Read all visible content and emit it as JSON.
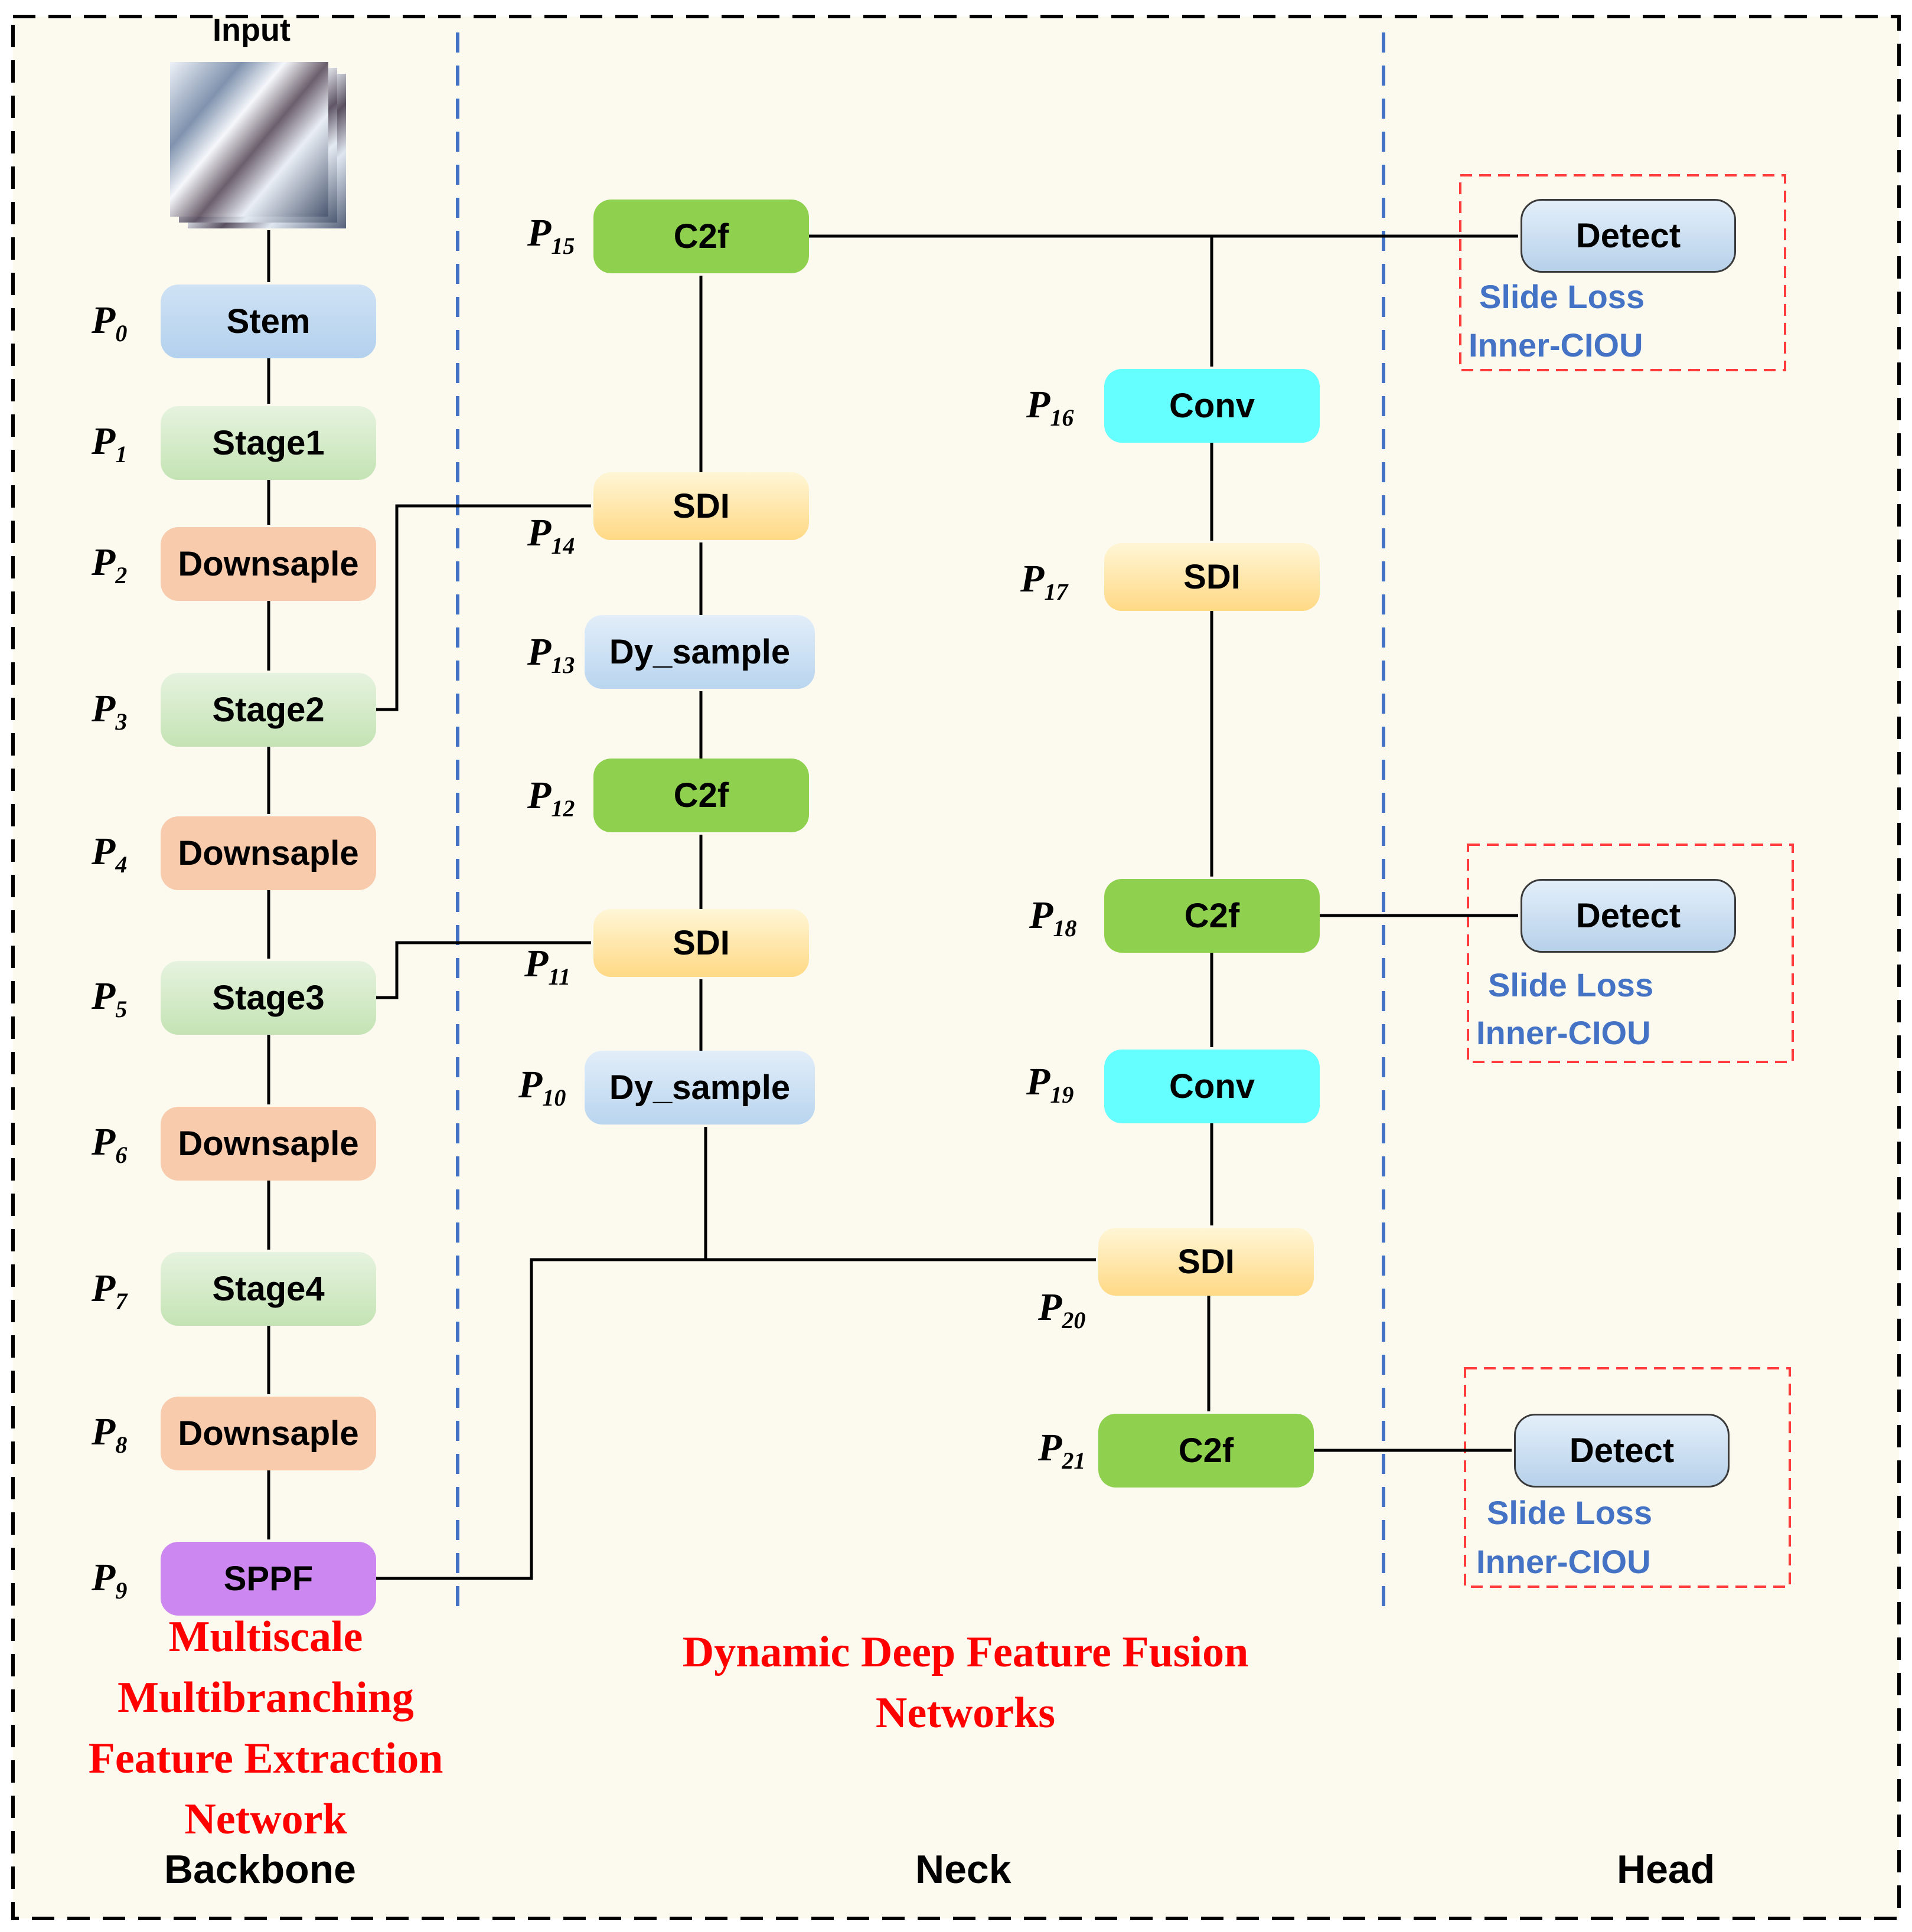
{
  "input": {
    "label": "Input"
  },
  "sections": {
    "backbone": "Backbone",
    "neck": "Neck",
    "head": "Head"
  },
  "titles": {
    "backbone": [
      "Multiscale",
      "Multibranching",
      "Feature Extraction",
      "Network"
    ],
    "neck": [
      "Dynamic Deep Feature Fusion",
      "Networks"
    ]
  },
  "nodes": [
    {
      "id": "p0",
      "label": "Stem",
      "p": "0"
    },
    {
      "id": "p1",
      "label": "Stage1",
      "p": "1"
    },
    {
      "id": "p2",
      "label": "Downsaple",
      "p": "2"
    },
    {
      "id": "p3",
      "label": "Stage2",
      "p": "3"
    },
    {
      "id": "p4",
      "label": "Downsaple",
      "p": "4"
    },
    {
      "id": "p5",
      "label": "Stage3",
      "p": "5"
    },
    {
      "id": "p6",
      "label": "Downsaple",
      "p": "6"
    },
    {
      "id": "p7",
      "label": "Stage4",
      "p": "7"
    },
    {
      "id": "p8",
      "label": "Downsaple",
      "p": "8"
    },
    {
      "id": "p9",
      "label": "SPPF",
      "p": "9"
    },
    {
      "id": "p10",
      "label": "Dy_sample",
      "p": "10"
    },
    {
      "id": "p11",
      "label": "SDI",
      "p": "11"
    },
    {
      "id": "p12",
      "label": "C2f",
      "p": "12"
    },
    {
      "id": "p13",
      "label": "Dy_sample",
      "p": "13"
    },
    {
      "id": "p14",
      "label": "SDI",
      "p": "14"
    },
    {
      "id": "p15",
      "label": "C2f",
      "p": "15"
    },
    {
      "id": "p16",
      "label": "Conv",
      "p": "16"
    },
    {
      "id": "p17",
      "label": "SDI",
      "p": "17"
    },
    {
      "id": "p18",
      "label": "C2f",
      "p": "18"
    },
    {
      "id": "p19",
      "label": "Conv",
      "p": "19"
    },
    {
      "id": "p20",
      "label": "SDI",
      "p": "20"
    },
    {
      "id": "p21",
      "label": "C2f",
      "p": "21"
    }
  ],
  "head": [
    {
      "label": "Detect",
      "loss": "Slide Loss",
      "iou": "Inner-CIOU"
    },
    {
      "label": "Detect",
      "loss": "Slide Loss",
      "iou": "Inner-CIOU"
    },
    {
      "label": "Detect",
      "loss": "Slide Loss",
      "iou": "Inner-CIOU"
    }
  ],
  "p_prefix": "P",
  "colors": {
    "background": "#fcfaef",
    "c2f": "#8fd14f",
    "sdi": "#ffd985",
    "conv": "#66ffff",
    "sppf": "#cc88f0",
    "downsample": "#f8cbad",
    "stage": "#c4e3b4",
    "stem": "#b3d1ee",
    "title_red": "#ff0000",
    "loss_blue": "#4472c4"
  }
}
